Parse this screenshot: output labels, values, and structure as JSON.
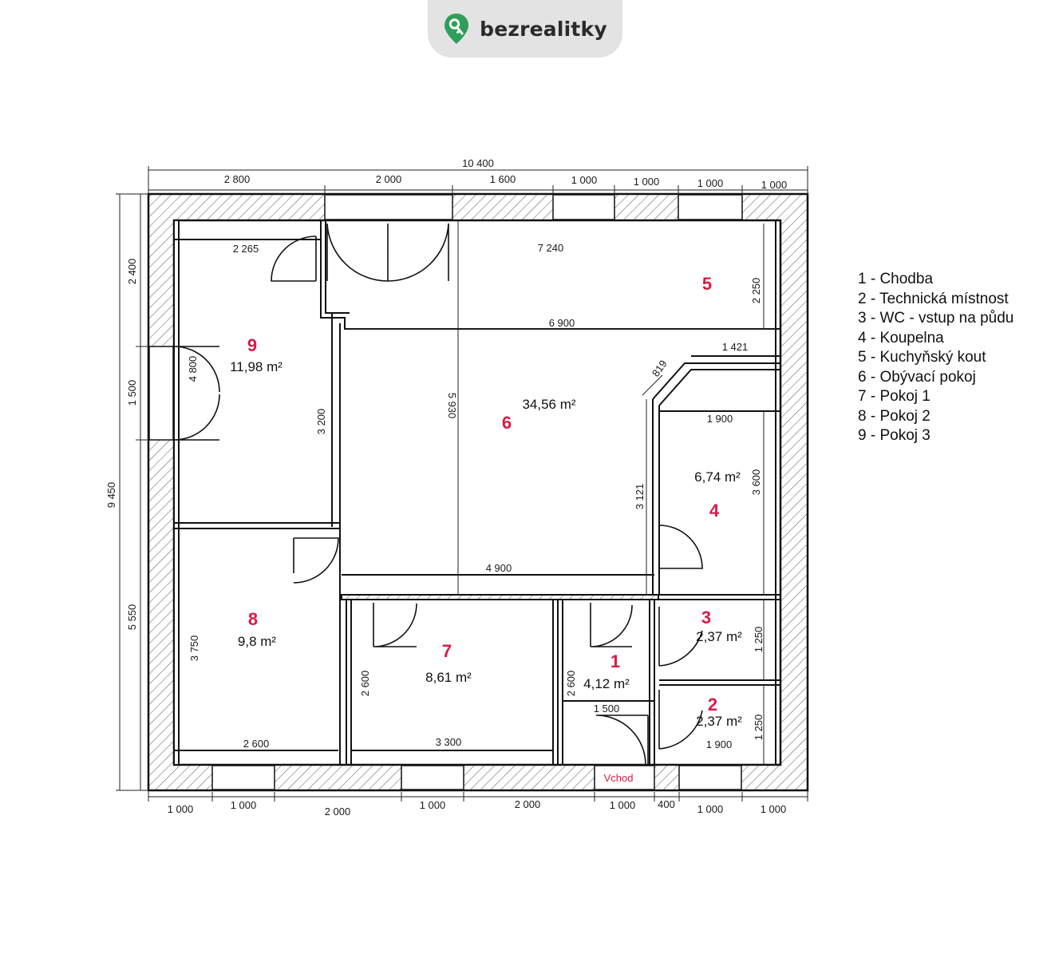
{
  "brand": {
    "name": "bezrealitky",
    "accent": "#2f9e5a"
  },
  "colors": {
    "room_number": "#d81b45",
    "wall": "#111111",
    "hatch": "#444444"
  },
  "dimensions": {
    "top_total": "10 400",
    "top_segments": [
      "2 800",
      "2 000",
      "1 600",
      "1 000",
      "1 000",
      "1 000",
      "1 000"
    ],
    "bottom_segments": [
      "1 000",
      "1 000",
      "2 000",
      "1 000",
      "2 000",
      "1 000",
      "400",
      "1 000",
      "1 000"
    ],
    "left_total": "9 450",
    "left_segments": [
      "2 400",
      "1 500",
      "5 550"
    ],
    "room5_width": "7 240",
    "room5_depth": "2 250",
    "room9_width": "2 265",
    "room9_height": "4 800",
    "room9_inner": "3 200",
    "room6_width": "6 900",
    "room6_height": "5 930",
    "room6_bottom": "4 900",
    "room6_right": "3 121",
    "diagonal": "819",
    "room4_top": "1 421",
    "room4_width": "1 900",
    "room4_height": "3 600",
    "room8_height": "3 750",
    "room8_width": "2 600",
    "room7_height": "2 600",
    "room7_width": "3 300",
    "room1_height": "2 600",
    "room1_width": "1 500",
    "room3_height": "1 250",
    "room2_height": "1 250",
    "room2_width": "1 900"
  },
  "rooms": [
    {
      "number": "1",
      "area": "4,12 m²"
    },
    {
      "number": "2",
      "area": "2,37 m²"
    },
    {
      "number": "3",
      "area": "2,37 m²"
    },
    {
      "number": "4",
      "area": "6,74 m²"
    },
    {
      "number": "5",
      "area": ""
    },
    {
      "number": "6",
      "area": "34,56 m²"
    },
    {
      "number": "7",
      "area": "8,61 m²"
    },
    {
      "number": "8",
      "area": "9,8 m²"
    },
    {
      "number": "9",
      "area": "11,98 m²"
    }
  ],
  "entrance_label": "Vchod",
  "legend": [
    "1 - Chodba",
    "2 - Technická místnost",
    "3 - WC - vstup na půdu",
    "4 - Koupelna",
    "5 - Kuchyňský kout",
    "6 - Obývací pokoj",
    "7 - Pokoj 1",
    "8 - Pokoj 2",
    "9 - Pokoj 3"
  ]
}
